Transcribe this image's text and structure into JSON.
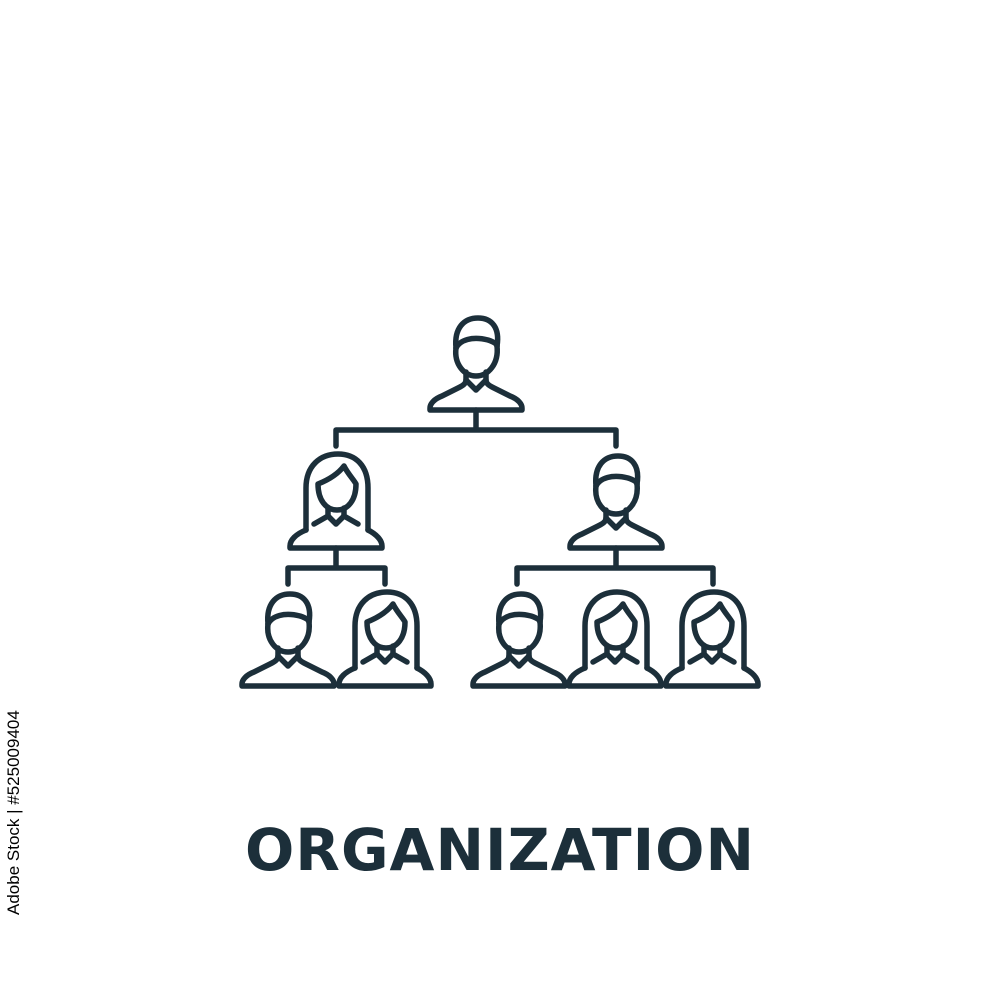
{
  "colors": {
    "stroke": "#1c2f3a",
    "background": "#ffffff"
  },
  "icon": {
    "name": "organization-chart-icon",
    "people": [
      {
        "role": "top",
        "figure": "male"
      },
      {
        "role": "middle-left",
        "figure": "female"
      },
      {
        "role": "middle-right",
        "figure": "male"
      },
      {
        "role": "bottom-1",
        "figure": "male"
      },
      {
        "role": "bottom-2",
        "figure": "female"
      },
      {
        "role": "bottom-3",
        "figure": "male"
      },
      {
        "role": "bottom-4",
        "figure": "female"
      },
      {
        "role": "bottom-5",
        "figure": "female"
      }
    ]
  },
  "caption": {
    "text": "ORGANIZATION"
  },
  "stock": {
    "id_text": "Adobe Stock | #525009404"
  }
}
